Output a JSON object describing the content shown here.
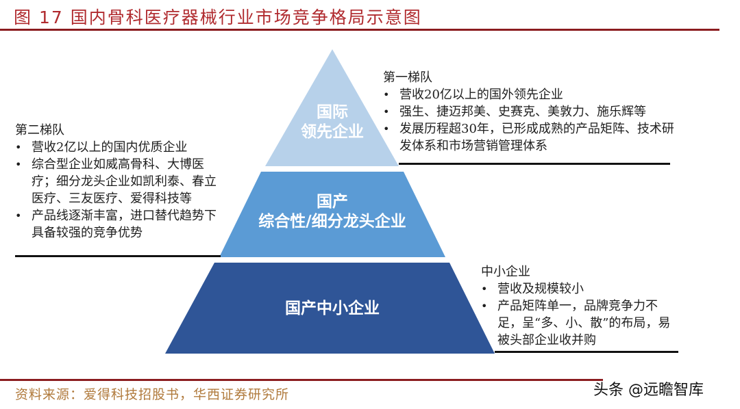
{
  "title": "图 17 国内骨科医疗器械行业市场竞争格局示意图",
  "colors": {
    "title": "#b02a2e",
    "rule": "#8b1c1f",
    "tier_top": "#b7d1ea",
    "tier_middle": "#5b9bd5",
    "tier_bottom": "#2f5597",
    "source": "#b07a3c"
  },
  "pyramid": {
    "tiers": [
      {
        "level": "top",
        "label_line1": "国际",
        "label_line2": "领先企业"
      },
      {
        "level": "middle",
        "label_line1": "国产",
        "label_line2": "综合性/细分龙头企业"
      },
      {
        "level": "bottom",
        "label_line1": "国产中小企业"
      }
    ]
  },
  "notes": {
    "tier1": {
      "heading": "第一梯队",
      "bullets": [
        "营收20亿以上的国外领先企业",
        "强生、捷迈邦美、史赛克、美敦力、施乐辉等",
        "发展历程超30年，已形成成熟的产品矩阵、技术研发体系和市场营销管理体系"
      ]
    },
    "tier2": {
      "heading": "第二梯队",
      "bullets": [
        "营收2亿以上的国内优质企业",
        "综合型企业如威高骨科、大博医疗；细分龙头企业如凯利泰、春立医疗、三友医疗、爱得科技等",
        "产品线逐渐丰富，进口替代趋势下具备较强的竞争优势"
      ]
    },
    "tier3": {
      "heading": "中小企业",
      "bullets": [
        "营收及规模较小",
        "产品矩阵单一，品牌竞争力不足，呈“多、小、散”的布局，易被头部企业收并购"
      ]
    }
  },
  "source": "资料来源：爱得科技招股书，华西证券研究所",
  "watermark": "头条 @远瞻智库"
}
